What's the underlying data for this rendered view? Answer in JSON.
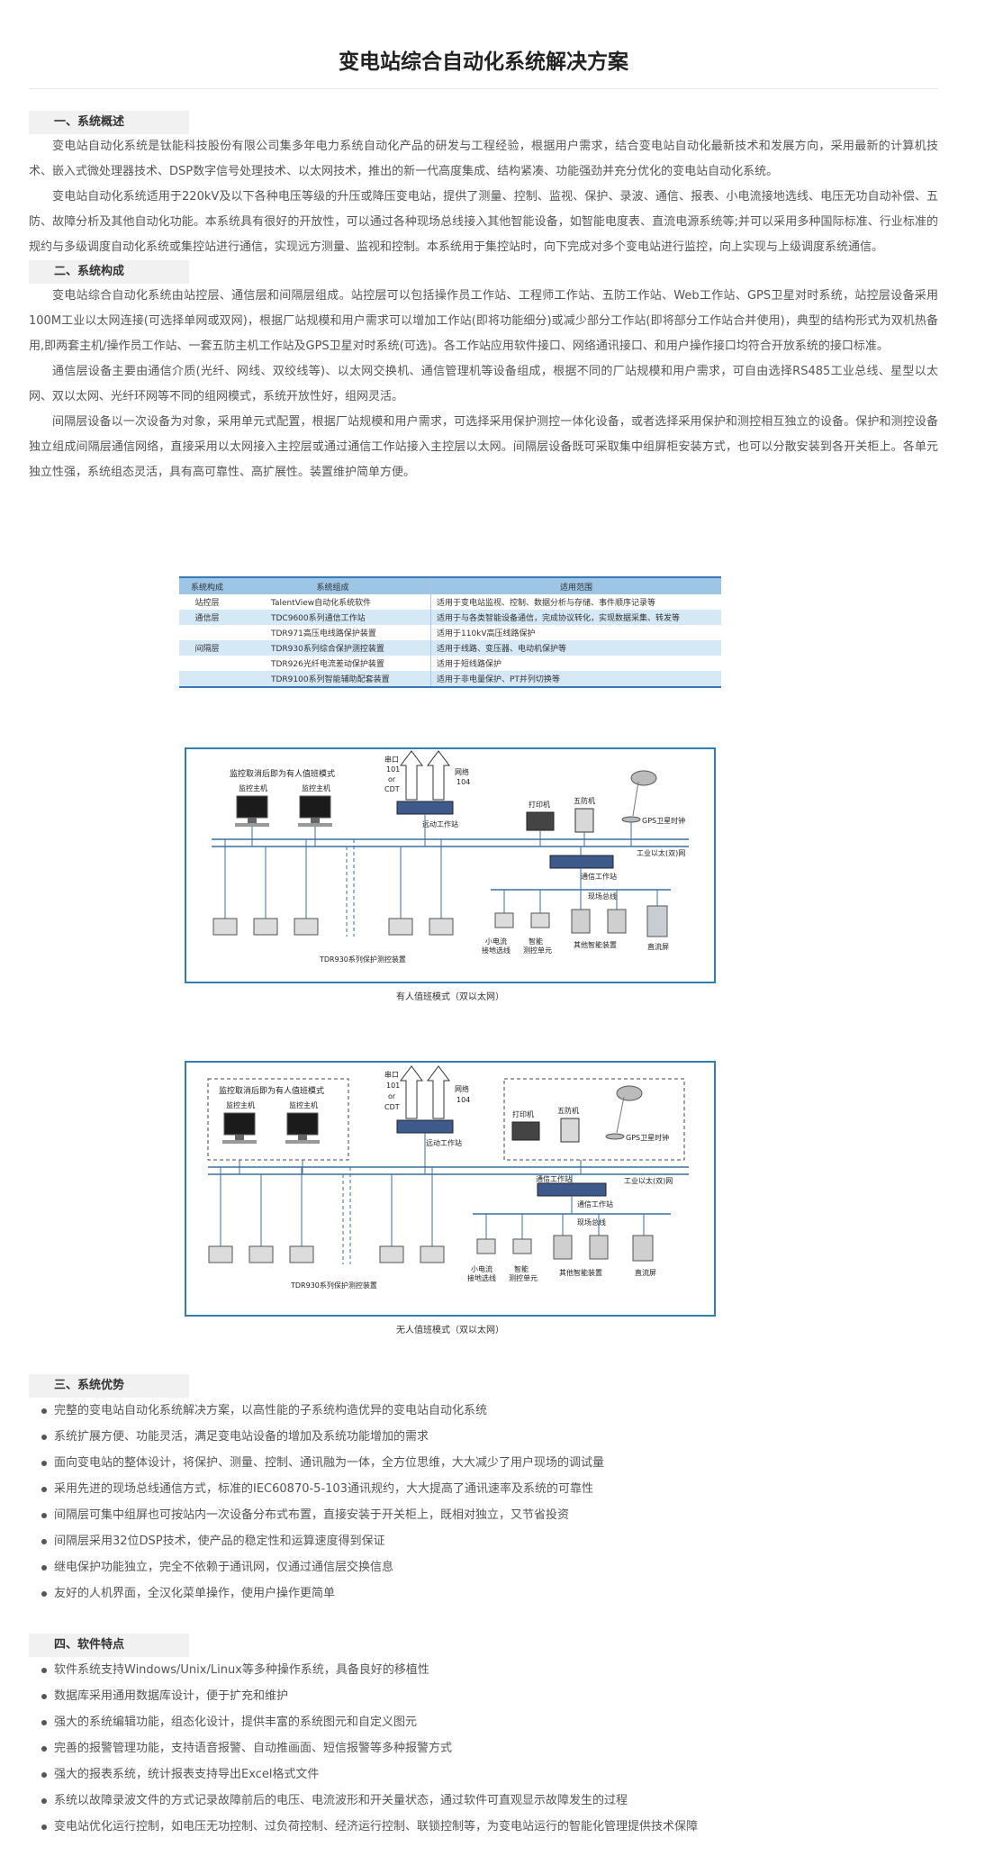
{
  "title": "变电站综合自动化系统解决方案",
  "sections": {
    "overview": {
      "heading": "一、系统概述",
      "paragraphs": [
        "变电站自动化系统是钛能科技股份有限公司集多年电力系统自动化产品的研发与工程经验，根据用户需求，结合变电站自动化最新技术和发展方向，采用最新的计算机技术、嵌入式微处理器技术、DSP数字信号处理技术、以太网技术，推出的新一代高度集成、结构紧凑、功能强劲并充分优化的变电站自动化系统。",
        "变电站自动化系统适用于220kV及以下各种电压等级的升压或降压变电站，提供了测量、控制、监视、保护、录波、通信、报表、小电流接地选线、电压无功自动补偿、五防、故障分析及其他自动化功能。本系统具有很好的开放性，可以通过各种现场总线接入其他智能设备，如智能电度表、直流电源系统等;并可以采用多种国际标准、行业标准的规约与多级调度自动化系统或集控站进行通信，实现远方测量、监视和控制。本系统用于集控站时，向下完成对多个变电站进行监控，向上实现与上级调度系统通信。"
      ]
    },
    "composition": {
      "heading": "二、系统构成",
      "paragraphs": [
        "变电站综合自动化系统由站控层、通信层和间隔层组成。站控层可以包括操作员工作站、工程师工作站、五防工作站、Web工作站、GPS卫星对时系统，站控层设备采用100M工业以太网连接(可选择单网或双网)，根据厂站规模和用户需求可以增加工作站(即将功能细分)或减少部分工作站(即将部分工作站合并使用)，典型的结构形式为双机热备用,即两套主机/操作员工作站、一套五防主机工作站及GPS卫星对时系统(可选)。各工作站应用软件接口、网络通讯接口、和用户操作接口均符合开放系统的接口标准。",
        "通信层设备主要由通信介质(光纤、网线、双绞线等)、以太网交换机、通信管理机等设备组成，根据不同的厂站规模和用户需求，可自由选择RS485工业总线、星型以太网、双以太网、光纤环网等不同的组网模式，系统开放性好，组网灵活。",
        "间隔层设备以一次设备为对象，采用单元式配置，根据厂站规模和用户需求，可选择采用保护测控一体化设备，或者选择采用保护和测控相互独立的设备。保护和测控设备独立组成间隔层通信网络，直接采用以太网接入主控层或通过通信工作站接入主控层以太网。间隔层设备既可采取集中组屏柜安装方式，也可以分散安装到各开关柜上。各单元独立性强，系统组态灵活，具有高可靠性、高扩展性。装置维护简单方便。"
      ]
    },
    "advantages": {
      "heading": "三、系统优势",
      "items": [
        "完整的变电站自动化系统解决方案，以高性能的子系统构造优异的变电站自动化系统",
        "系统扩展方便、功能灵活，满足变电站设备的增加及系统功能增加的需求",
        "面向变电站的整体设计，将保护、测量、控制、通讯融为一体，全方位思维，大大减少了用户现场的调试量",
        "采用先进的现场总线通信方式，标准的IEC60870-5-103通讯规约，大大提高了通讯速率及系统的可靠性",
        "间隔层可集中组屏也可按站内一次设备分布式布置，直接安装于开关柜上，既相对独立，又节省投资",
        "间隔层采用32位DSP技术，使产品的稳定性和运算速度得到保证",
        "继电保护功能独立，完全不依赖于通讯网，仅通过通信层交换信息",
        "友好的人机界面，全汉化菜单操作，使用户操作更简单"
      ]
    },
    "software": {
      "heading": "四、软件特点",
      "items": [
        "软件系统支持Windows/Unix/Linux等多种操作系统，具备良好的移植性",
        "数据库采用通用数据库设计，便于扩充和维护",
        "强大的系统编辑功能，组态化设计，提供丰富的系统图元和自定义图元",
        "完善的报警管理功能，支持语音报警、自动推画面、短信报警等多种报警方式",
        "强大的报表系统，统计报表支持导出Excel格式文件",
        "系统以故障录波文件的方式记录故障前后的电压、电流波形和开关量状态，通过软件可直观显示故障发生的过程",
        "变电站优化运行控制，如电压无功控制、过负荷控制、经济运行控制、联锁控制等，为变电站运行的智能化管理提供技术保障"
      ]
    }
  },
  "table": {
    "headers": [
      "系统构成",
      "系统组成",
      "适用范围"
    ],
    "rows": [
      [
        "站控层",
        "TalentView自动化系统软件",
        "适用于变电站监视、控制、数据分析与存储、事件顺序记录等"
      ],
      [
        "通信层",
        "TDC9600系列通信工作站",
        "适用于与各类智能设备通信，完成协议转化，实现数据采集、转发等"
      ],
      [
        "",
        "TDR971高压电线路保护装置",
        "适用于110kV高压线路保护"
      ],
      [
        "间隔层",
        "TDR930系列综合保护测控装置",
        "适用于线路、变压器、电动机保护等"
      ],
      [
        "",
        "TDR926光纤电流差动保护装置",
        "适用于短线路保护"
      ],
      [
        "",
        "TDR9100系列智能辅助配套装置",
        "适用于非电量保护、PT并列切换等"
      ]
    ]
  },
  "diagram1": {
    "group_label": "监控取消后即为有人值班模式",
    "host1": "监控主机",
    "host2": "监控主机",
    "port_serial": [
      "串口",
      "101",
      "or",
      "CDT"
    ],
    "port_net": [
      "网络",
      "104"
    ],
    "remote_station": "远动工作站",
    "printer": "打印机",
    "five_prevention": "五防机",
    "gps": "GPS卫星时钟",
    "ethernet": "工业以太(双)网",
    "comm_station": "通信工作站",
    "field_bus": "现场总线",
    "protection_devices": "TDR930系列保护测控装置",
    "small_current": [
      "小电流",
      "接地选线"
    ],
    "smart_unit": [
      "智能",
      "测控单元"
    ],
    "other_devices": "其他智能装置",
    "dc_panel": "直流屏",
    "caption": "有人值班模式（双以太网）"
  },
  "diagram2": {
    "group_label": "监控取消后即为有人值班模式",
    "host1": "监控主机",
    "host2": "监控主机",
    "port_serial": [
      "串口",
      "101",
      "or",
      "CDT"
    ],
    "port_net": [
      "网络",
      "104"
    ],
    "remote_station": "远动工作站",
    "printer": "打印机",
    "five_prevention": "五防机",
    "gps": "GPS卫星时钟",
    "ethernet": "工业以太(双)网",
    "comm_station": "通信工作站",
    "field_bus": "现场总线",
    "protection_devices": "TDR930系列保护测控装置",
    "small_current": [
      "小电流",
      "接地选线"
    ],
    "smart_unit": [
      "智能",
      "测控单元"
    ],
    "other_devices": "其他智能装置",
    "dc_panel": "直流屏",
    "caption": "无人值班模式（双以太网）"
  }
}
